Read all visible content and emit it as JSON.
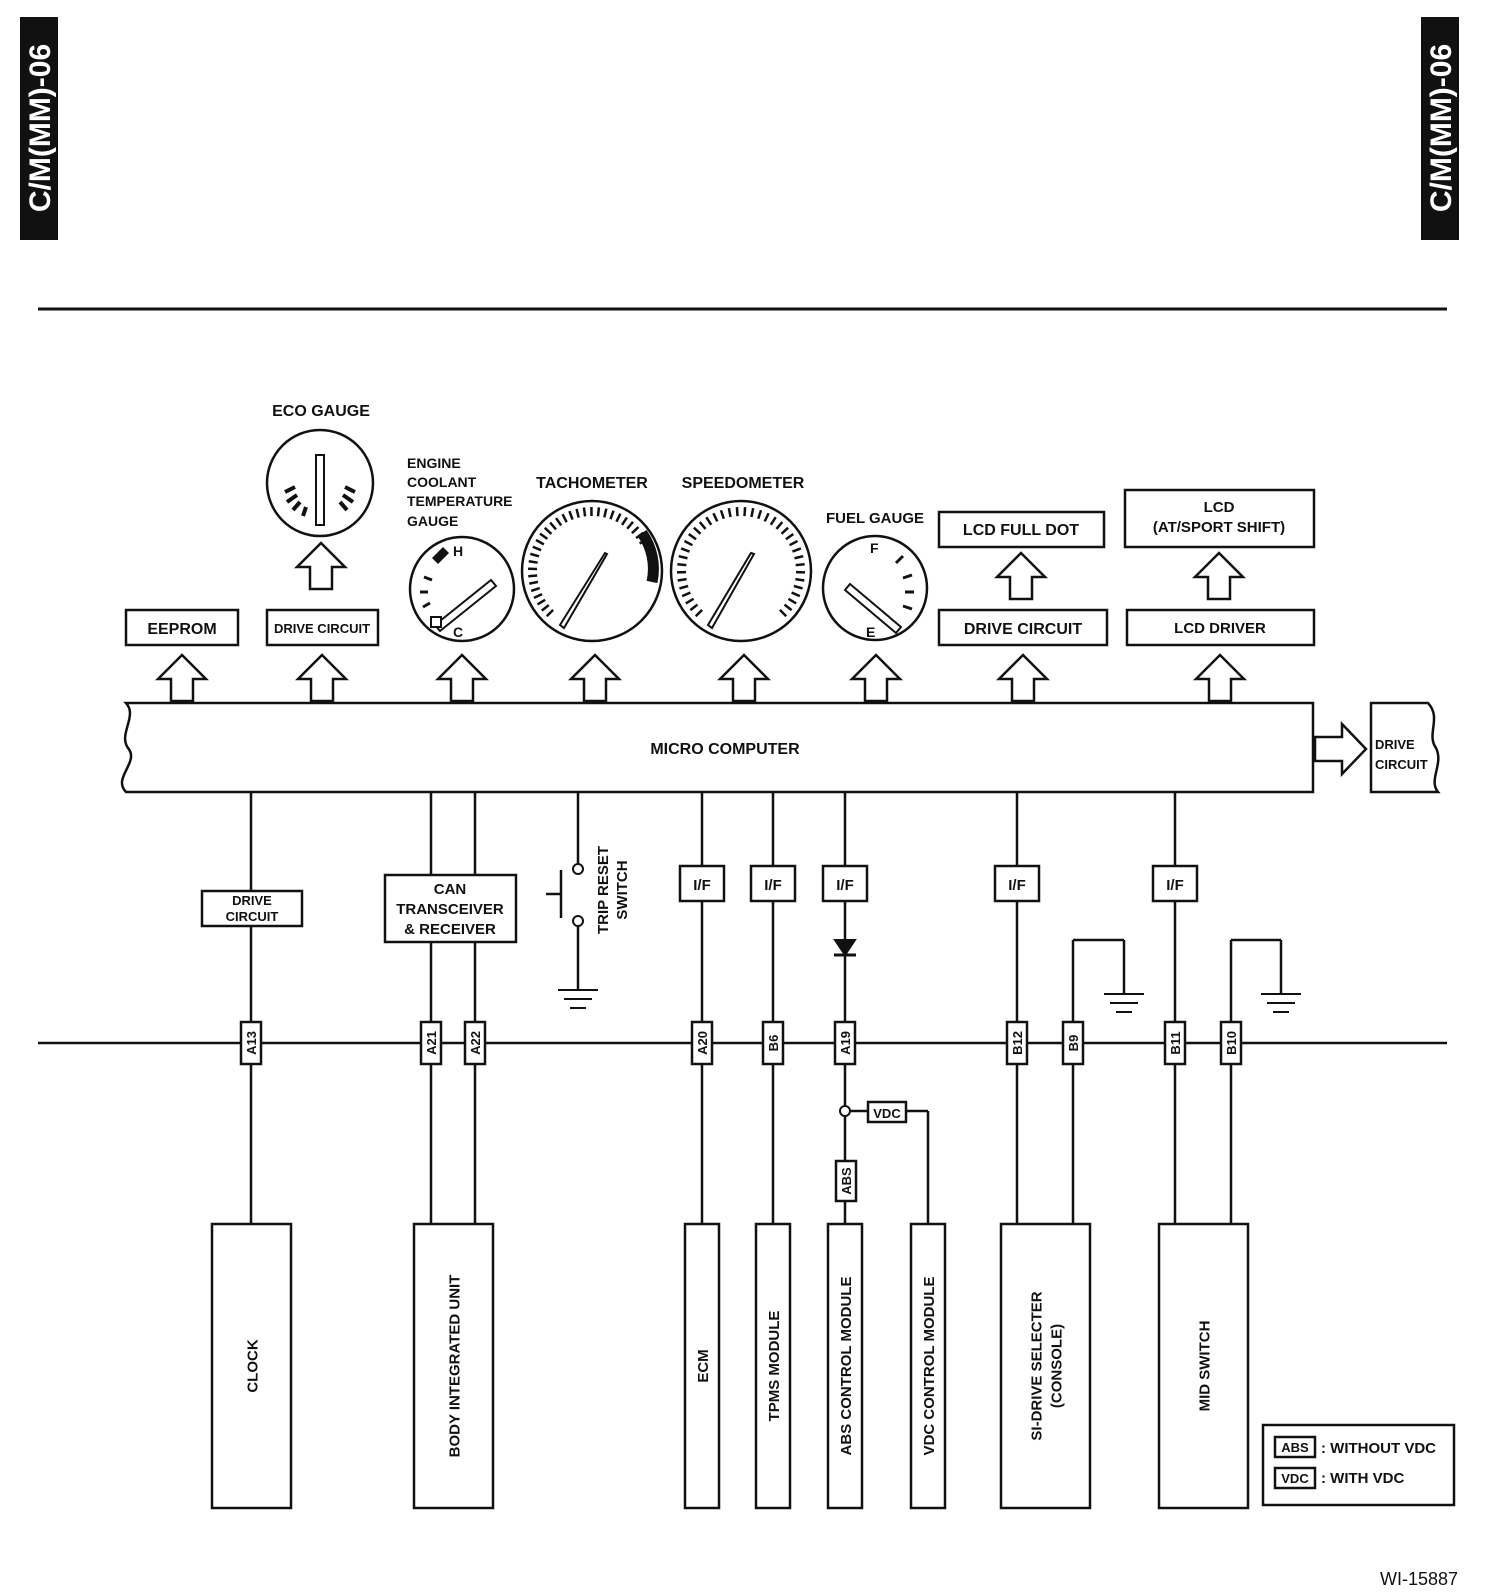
{
  "page": {
    "section_tag": "C/M(MM)-06",
    "figure_id": "WI-15887"
  },
  "gauges": {
    "eco": "ECO GAUGE",
    "coolant": [
      "ENGINE",
      "COOLANT",
      "TEMPERATURE",
      "GAUGE"
    ],
    "coolant_hot": "H",
    "coolant_cold": "C",
    "tachometer": "TACHOMETER",
    "speedometer": "SPEEDOMETER",
    "fuel": "FUEL GAUGE",
    "fuel_full": "F",
    "fuel_empty": "E"
  },
  "top_blocks": {
    "eeprom": "EEPROM",
    "eco_drive": "DRIVE CIRCUIT",
    "lcd_full_dot": "LCD FULL DOT",
    "lcd_drive": "DRIVE CIRCUIT",
    "lcd_title": "LCD",
    "lcd_sub": "(AT/SPORT SHIFT)",
    "lcd_driver": "LCD DRIVER",
    "side_drive_1": "DRIVE",
    "side_drive_2": "CIRCUIT"
  },
  "micro": "MICRO COMPUTER",
  "interfaces": {
    "drive_1": "DRIVE",
    "drive_2": "CIRCUIT",
    "can": [
      "CAN",
      "TRANSCEIVER",
      "& RECEIVER"
    ],
    "if": "I/F",
    "trip_1": "TRIP RESET",
    "trip_2": "SWITCH"
  },
  "connectors": [
    "A13",
    "A21",
    "A22",
    "A20",
    "B6",
    "A19",
    "B12",
    "B9",
    "B11",
    "B10"
  ],
  "tags": {
    "vdc": "VDC",
    "abs": "ABS"
  },
  "modules": {
    "clock": "CLOCK",
    "body": "BODY INTEGRATED UNIT",
    "ecm": "ECM",
    "tpms": "TPMS MODULE",
    "abs": "ABS CONTROL MODULE",
    "vdc": "VDC CONTROL MODULE",
    "sidrive_1": "SI-DRIVE SELECTER",
    "sidrive_2": "(CONSOLE)",
    "mid": "MID SWITCH"
  },
  "legend": {
    "abs_tag": "ABS",
    "abs_text": ": WITHOUT VDC",
    "vdc_tag": "VDC",
    "vdc_text": ": WITH VDC"
  }
}
